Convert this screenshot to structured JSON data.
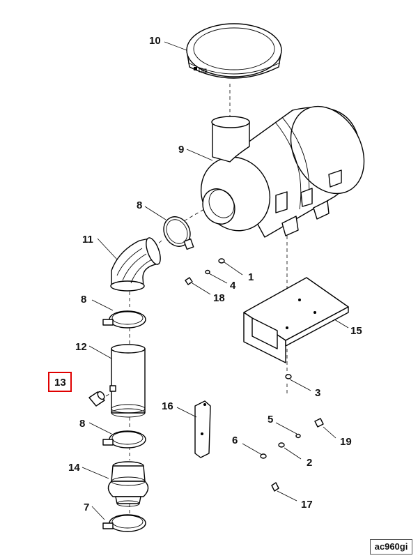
{
  "highlight": {
    "label": "13",
    "color": "#e00000"
  },
  "reference_code": "ac960gi",
  "callouts": {
    "c1": "1",
    "c2": "2",
    "c3": "3",
    "c4": "4",
    "c5": "5",
    "c6": "6",
    "c7": "7",
    "c8a": "8",
    "c8b": "8",
    "c8c": "8",
    "c9": "9",
    "c10": "10",
    "c11": "11",
    "c12": "12",
    "c14": "14",
    "c15": "15",
    "c16": "16",
    "c17": "17",
    "c18": "18",
    "c19": "19"
  }
}
